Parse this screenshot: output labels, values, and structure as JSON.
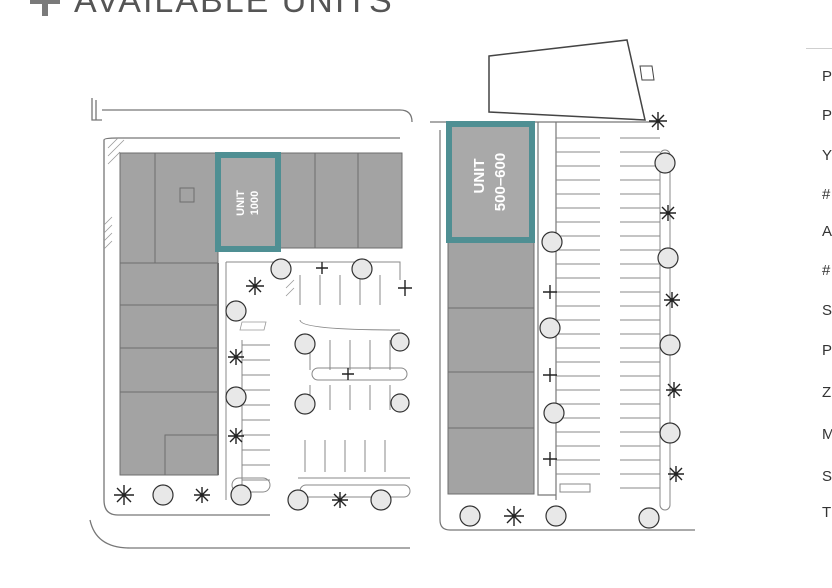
{
  "header": {
    "title": "AVAILABLE UNITS",
    "icon": "plus-icon"
  },
  "units": [
    {
      "line1": "UNIT",
      "line2": "1000"
    },
    {
      "line1": "UNIT",
      "line2": "500–600"
    }
  ],
  "colors": {
    "unit_highlight": "#4f8f93",
    "building_fill": "#a3a3a3"
  },
  "property_details": {
    "labels": [
      "P",
      "P",
      "Y",
      "#",
      "A",
      "#",
      "S",
      "P",
      "Z",
      "M",
      "S",
      "T"
    ]
  }
}
